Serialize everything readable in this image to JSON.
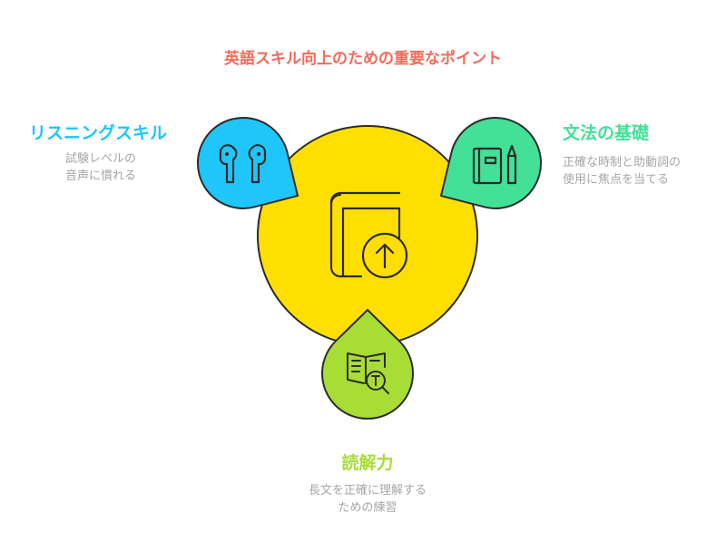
{
  "title": "英語スキル向上のための重要なポイント",
  "colors": {
    "title": "#f26b5b",
    "center": "#ffdf00",
    "listening": "#1ec6fb",
    "grammar": "#43e097",
    "reading": "#a7dd35"
  },
  "items": [
    {
      "heading": "リスニングスキル",
      "desc_lines": [
        "試験レベルの",
        "音声に慣れる"
      ],
      "icon": "earbuds-icon"
    },
    {
      "heading": "文法の基礎",
      "desc_lines": [
        "正確な時制と助動詞の",
        "使用に焦点を当てる"
      ],
      "icon": "notebook-pencil-icon"
    },
    {
      "heading": "読解力",
      "desc_lines": [
        "長文を正確に理解する",
        "ための練習"
      ],
      "icon": "book-search-icon"
    }
  ],
  "center_icon": "book-upload-icon"
}
